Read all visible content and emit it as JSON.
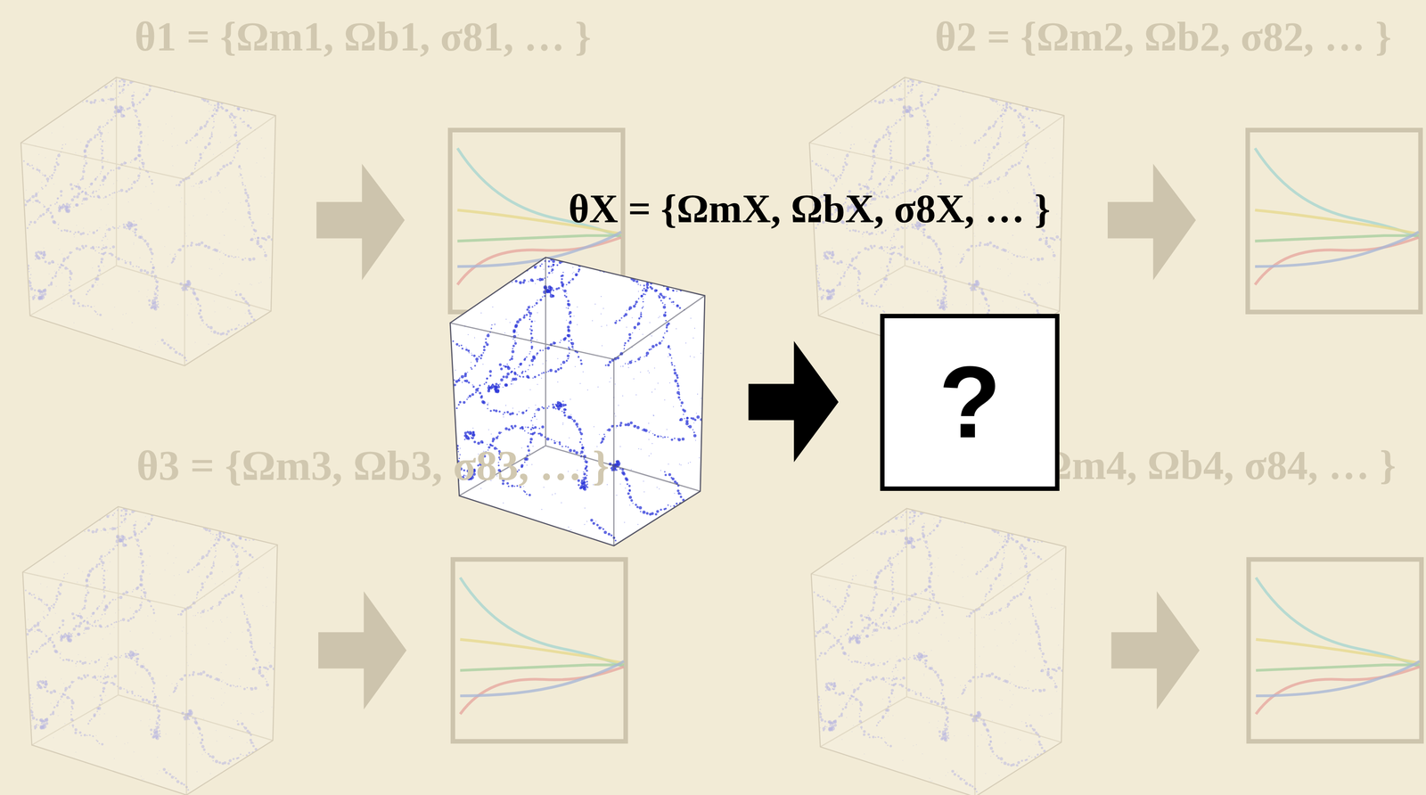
{
  "diagram": {
    "nodes": [
      {
        "text": [
          "?"
        ]
      }
    ],
    "labels": [
      "θ1 = {Ωm1, Ωb1, σ81, … }",
      "θ2 = {Ωm2, Ωb2, σ82, … }",
      "θX = {ΩmX, ΩbX, σ8X, … }",
      "θ3 = {Ωm3, Ωb3, σ83, … }",
      "θ4 = {Ωm4, Ωb4, σ84, … }"
    ]
  }
}
